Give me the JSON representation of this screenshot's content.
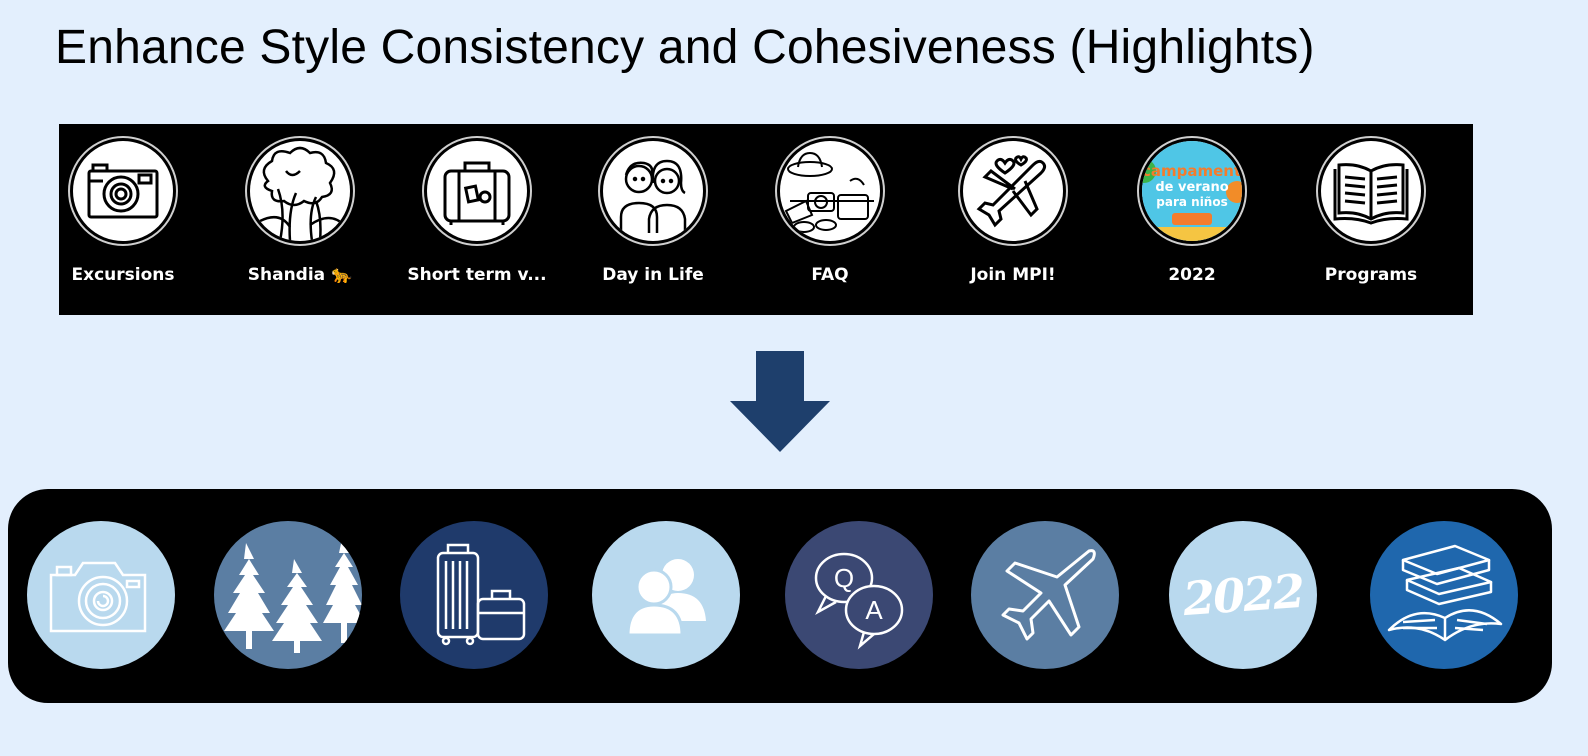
{
  "slide": {
    "title": "Enhance Style Consistency and Cohesiveness (Highlights)"
  },
  "before": {
    "highlights": [
      {
        "label": "Excursions",
        "icon": "camera-icon"
      },
      {
        "label": "Shandia 🐆",
        "icon": "jungle-trees-icon"
      },
      {
        "label": "Short term v...",
        "icon": "suitcase-icon"
      },
      {
        "label": "Day in Life",
        "icon": "couple-icon"
      },
      {
        "label": "FAQ",
        "icon": "travel-items-icon"
      },
      {
        "label": "Join MPI!",
        "icon": "airplane-hearts-icon"
      },
      {
        "label": "2022",
        "icon": "summer-camp-poster"
      },
      {
        "label": "Programs",
        "icon": "open-book-icon"
      }
    ],
    "poster_lines": [
      "campamento",
      "de verano",
      "para niños"
    ]
  },
  "after": {
    "highlights": [
      {
        "icon": "camera-icon",
        "color": "#b9d9ee"
      },
      {
        "icon": "pine-trees-icon",
        "color": "#5b7ea3"
      },
      {
        "icon": "luggage-icon",
        "color": "#1f3a6b"
      },
      {
        "icon": "people-icon",
        "color": "#b9d9ee"
      },
      {
        "icon": "q-and-a-icon",
        "color": "#3b4873"
      },
      {
        "icon": "airplane-icon",
        "color": "#5b7ea3"
      },
      {
        "icon": "2022-text-icon",
        "color": "#b9d9ee",
        "text": "2022"
      },
      {
        "icon": "books-icon",
        "color": "#1f67ad"
      }
    ],
    "qa_letters": [
      "Q",
      "A"
    ]
  },
  "colors": {
    "background": "#e3effd",
    "arrow": "#1e3f6c",
    "strip": "#000000"
  }
}
